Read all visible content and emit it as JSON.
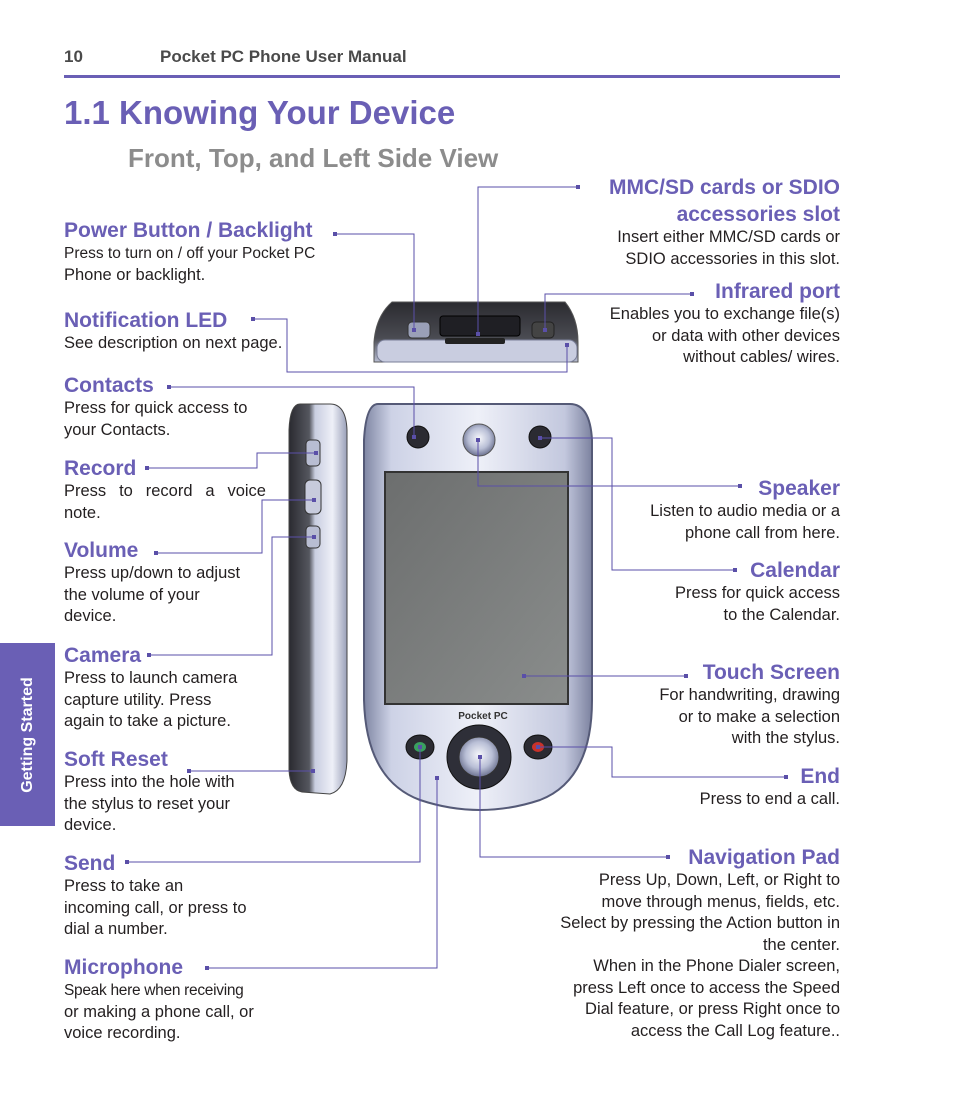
{
  "header": {
    "page_number": "10",
    "manual_title": "Pocket PC Phone User Manual"
  },
  "section": {
    "title": "1.1  Knowing Your Device",
    "subtitle": "Front, Top, and Left Side View"
  },
  "side_tab": "Getting Started",
  "device_text": "Pocket PC",
  "left_callouts": {
    "power": {
      "label": "Power Button / Backlight",
      "l1": "Press to turn on / off your Pocket PC",
      "l2": "Phone or backlight."
    },
    "notification": {
      "label": "Notification LED",
      "l1": "See description on next page."
    },
    "contacts": {
      "label": "Contacts",
      "l1": "Press for quick access to",
      "l2": "your Contacts."
    },
    "record": {
      "label": "Record",
      "l1": "Press to record a voice",
      "l2": "note."
    },
    "volume": {
      "label": "Volume",
      "l1": "Press up/down to adjust",
      "l2": "the volume of your",
      "l3": "device."
    },
    "camera": {
      "label": "Camera",
      "l1": "Press to launch camera",
      "l2": "capture utility.  Press",
      "l3": "again to take a picture."
    },
    "softreset": {
      "label": "Soft Reset",
      "l1": "Press into the hole with",
      "l2": "the stylus to reset your",
      "l3": "device."
    },
    "send": {
      "label": "Send",
      "l1": "Press to take an",
      "l2": "incoming call, or press to",
      "l3": "dial a number."
    },
    "microphone": {
      "label": "Microphone",
      "l1": "Speak here when receiving",
      "l2": "or making a phone call, or",
      "l3": "voice recording."
    }
  },
  "right_callouts": {
    "mmc": {
      "label1": "MMC/SD cards or SDIO",
      "label2": "accessories slot",
      "l1": "Insert either MMC/SD cards or",
      "l2": "SDIO accessories in this slot."
    },
    "infrared": {
      "label": "Infrared port",
      "l1": "Enables you to exchange file(s)",
      "l2": "or data with other devices",
      "l3": "without cables/ wires."
    },
    "speaker": {
      "label": "Speaker",
      "l1": "Listen to audio media or a",
      "l2": "phone call from here."
    },
    "calendar": {
      "label": "Calendar",
      "l1": "Press for quick access",
      "l2": "to the Calendar."
    },
    "touch": {
      "label": "Touch Screen",
      "l1": "For handwriting, drawing",
      "l2": "or to make a selection",
      "l3": "with the stylus."
    },
    "end": {
      "label": "End",
      "l1": "Press to end a call."
    },
    "navpad": {
      "label": "Navigation Pad",
      "l1": "Press Up, Down, Left, or Right to",
      "l2": "move through menus, fields, etc.",
      "l3": "Select by pressing the Action button in",
      "l4": "the center.",
      "l5": "When in the Phone Dialer screen,",
      "l6": "press Left once to access the Speed",
      "l7": "Dial feature, or press Right once to",
      "l8": "access the Call Log feature.."
    }
  },
  "colors": {
    "accent": "#6a5fb5",
    "leader": "#5a4fa8",
    "text": "#231f20",
    "subtitle": "#8c8c8c"
  }
}
